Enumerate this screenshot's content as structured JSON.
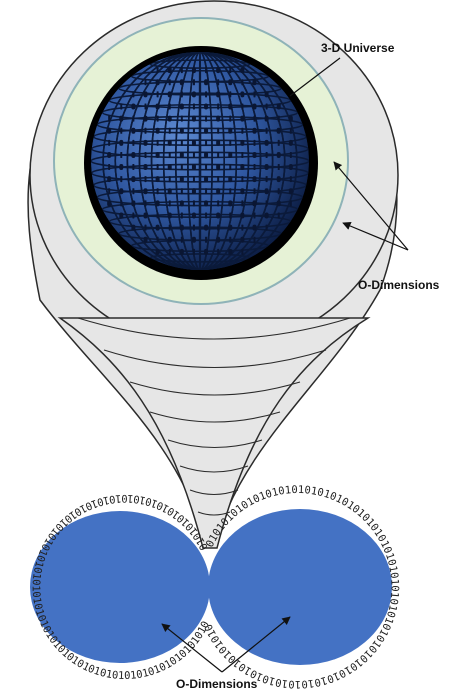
{
  "labels": {
    "universe": "3-D Universe",
    "dimensions_right": "O-Dimensions",
    "dimensions_bottom": "O-Dimensions"
  },
  "binary_text": "010101010101010101010101010101010101010101010101010101010101010101010101010101010101010101010101010101010101010101010101010101010101010101010101010101010101",
  "colors": {
    "funnel_fill": "#e6e6e6",
    "funnel_stroke": "#2b2b2b",
    "inner_ring": "#e6f2d6",
    "ring_stroke": "#8fb3b8",
    "sphere_base": "#2f57a0",
    "sphere_edge": "#0b1a3a",
    "disc_fill": "#4472c4"
  }
}
